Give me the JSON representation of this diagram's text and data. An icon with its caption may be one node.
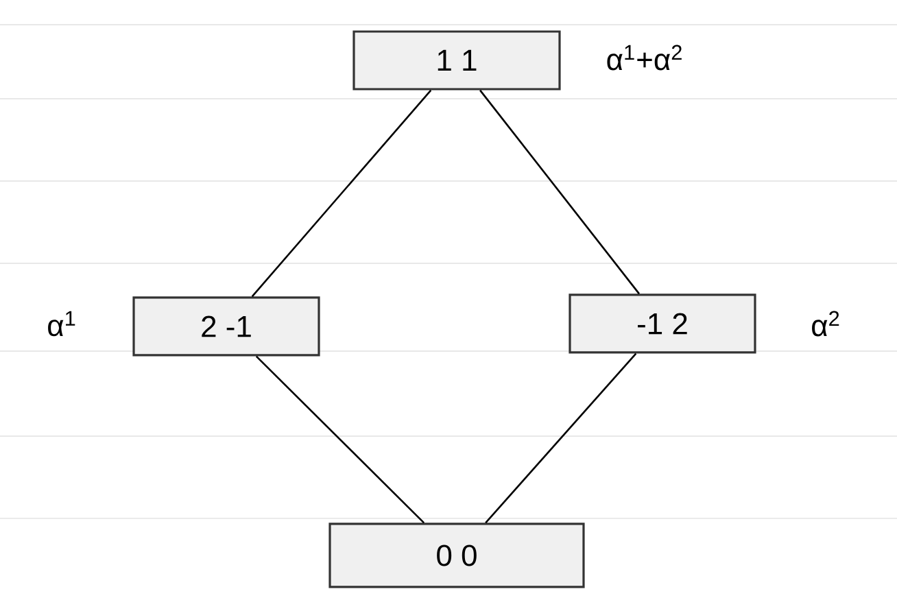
{
  "diagram": {
    "nodes": [
      {
        "text": [
          "1 1"
        ],
        "beside": [
          "α$^{1}$+α$^{2}$"
        ]
      },
      {
        "text": [
          "2 -1"
        ],
        "beside": [
          "α$^{1}$"
        ]
      },
      {
        "text": [
          "-1 2"
        ],
        "beside": [
          "α$^{2}$"
        ]
      },
      {
        "text": [
          "0 0"
        ]
      }
    ],
    "edges": [
      {
        "from": 0,
        "to": 1,
        "arrow": "none"
      },
      {
        "from": 0,
        "to": 2,
        "arrow": "none"
      },
      {
        "from": 1,
        "to": 3,
        "arrow": "none"
      },
      {
        "from": 2,
        "to": 3,
        "arrow": "none"
      }
    ]
  }
}
